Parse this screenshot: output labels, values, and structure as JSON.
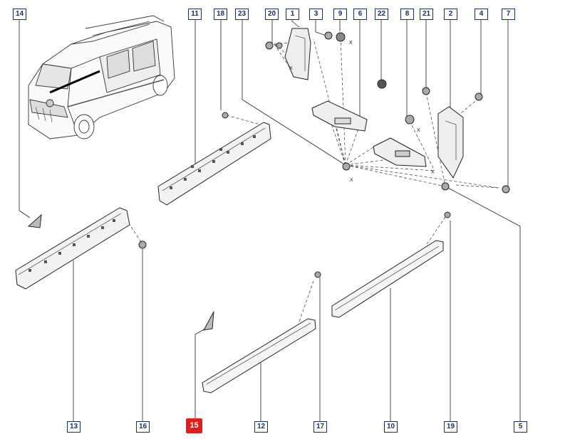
{
  "diagram": {
    "callouts": {
      "c14": "14",
      "c11": "11",
      "c18": "18",
      "c23": "23",
      "c20": "20",
      "c1": "1",
      "c3": "3",
      "c9": "9",
      "c6": "6",
      "c22": "22",
      "c8": "8",
      "c21": "21",
      "c2": "2",
      "c4": "4",
      "c7": "7",
      "c13": "13",
      "c16": "16",
      "c15": "15",
      "c12": "12",
      "c17": "17",
      "c10": "10",
      "c19": "19",
      "c5": "5"
    },
    "axis_marks": [
      "X",
      "X",
      "X",
      "X",
      "X"
    ],
    "highlighted_callout": "15",
    "highlight_color": "#e01e1e",
    "callout_color": "#1a2d5c"
  }
}
